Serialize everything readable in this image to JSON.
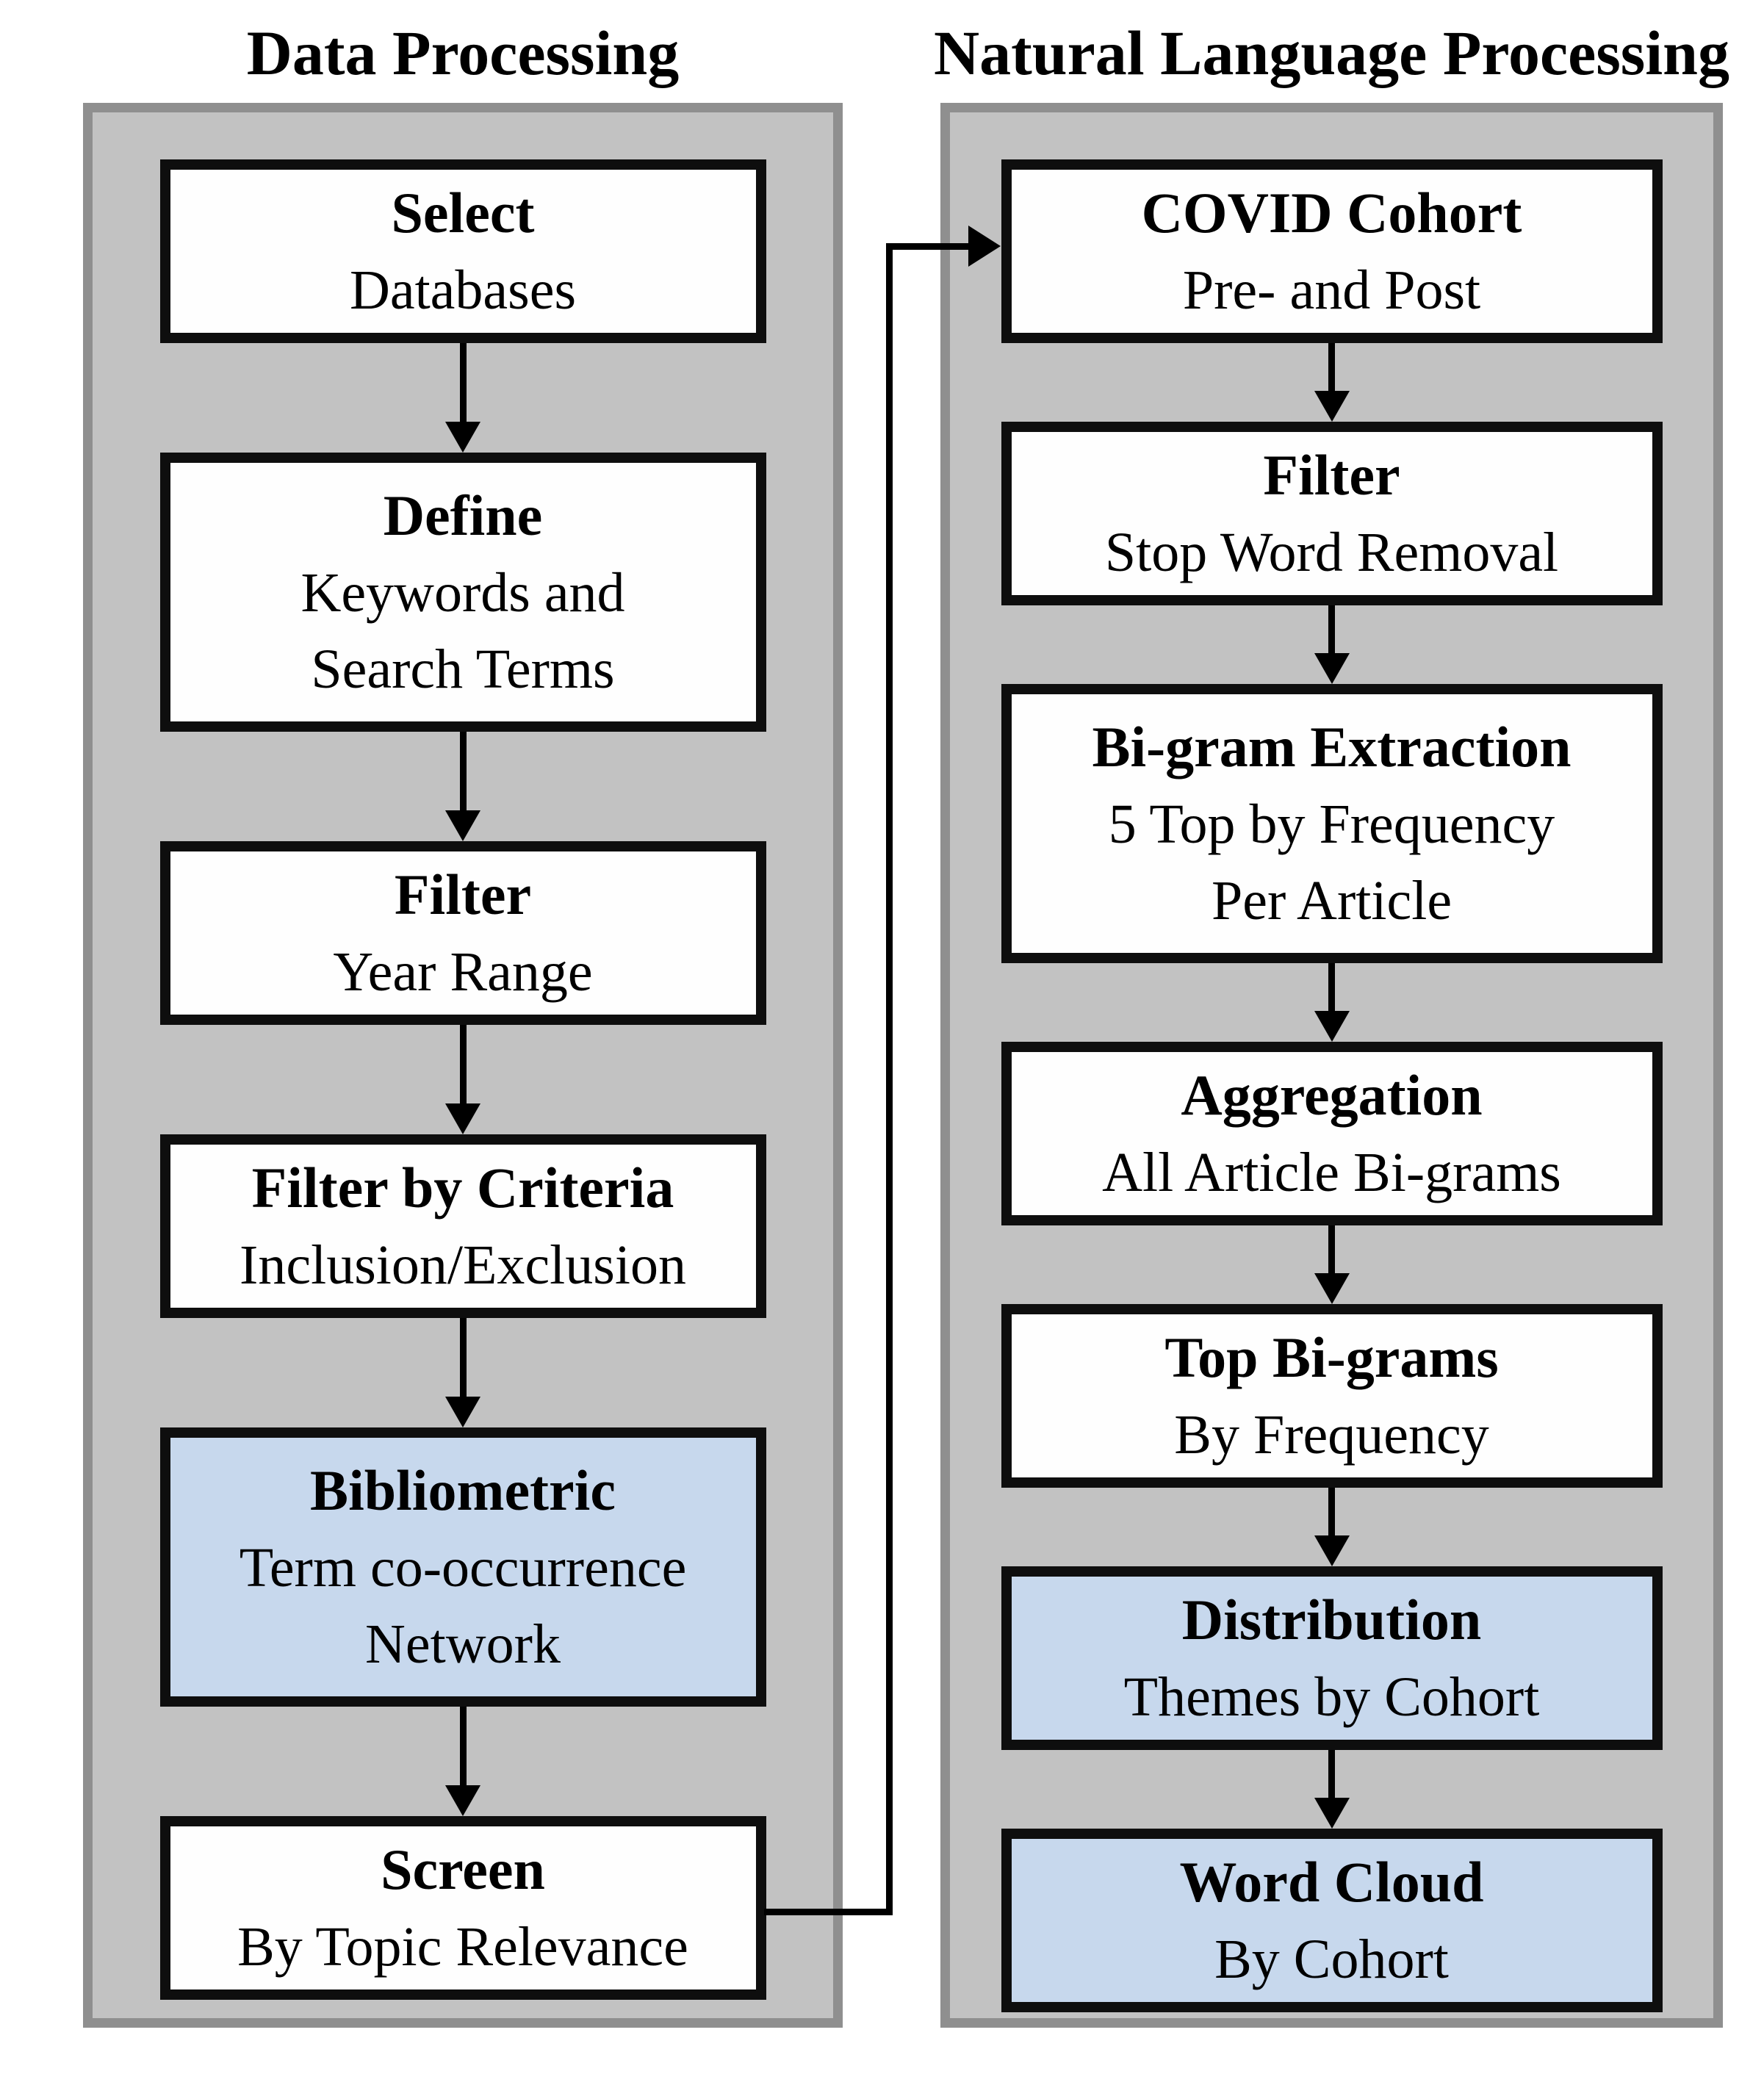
{
  "colors": {
    "page_bg": "#ffffff",
    "panel_fill": "#c2c2c2",
    "panel_border": "#8f8f8f",
    "box_border": "#0e0e0e",
    "box_bg": "#fefefe",
    "box_bg_highlight": "#c7d8ed",
    "arrow_color": "#000000",
    "text_color": "#000000"
  },
  "flow": {
    "left": {
      "title": "Data Processing",
      "boxes": [
        {
          "title": "Select",
          "line2": "Databases",
          "highlighted": false
        },
        {
          "title": "Define",
          "line2": "Keywords and",
          "line3": "Search Terms",
          "highlighted": false
        },
        {
          "title": "Filter",
          "line2": "Year Range",
          "highlighted": false
        },
        {
          "title": "Filter by Criteria",
          "line2": "Inclusion/Exclusion",
          "highlighted": false
        },
        {
          "title": "Bibliometric",
          "line2": "Term co-occurrence",
          "line3": "Network",
          "highlighted": true
        },
        {
          "title": "Screen",
          "line2": "By Topic Relevance",
          "highlighted": false
        }
      ]
    },
    "right": {
      "title": "Natural Language Processing",
      "boxes": [
        {
          "title": "COVID Cohort",
          "line2": "Pre- and Post",
          "highlighted": false
        },
        {
          "title": "Filter",
          "line2": "Stop Word Removal",
          "highlighted": false
        },
        {
          "title": "Bi-gram Extraction",
          "line2": "5 Top by Frequency",
          "line3": "Per Article",
          "highlighted": false
        },
        {
          "title": "Aggregation",
          "line2": "All Article Bi-grams",
          "highlighted": false
        },
        {
          "title": "Top Bi-grams",
          "line2": "By Frequency",
          "highlighted": false
        },
        {
          "title": "Distribution",
          "line2": "Themes by Cohort",
          "highlighted": true
        },
        {
          "title": "Word Cloud",
          "line2": "By Cohort",
          "highlighted": true
        }
      ]
    },
    "connector": {
      "from": "Screen",
      "to": "COVID Cohort"
    }
  }
}
